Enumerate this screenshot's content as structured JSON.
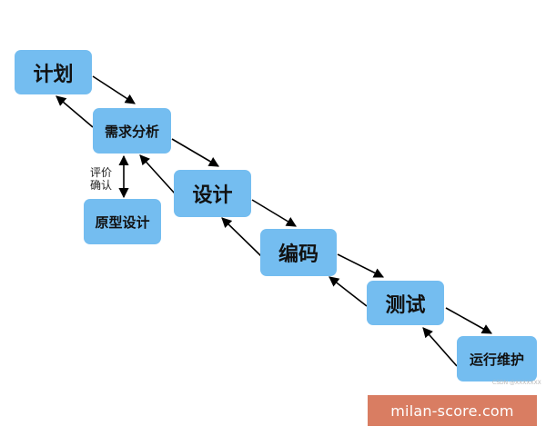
{
  "diagram": {
    "nodes": {
      "plan": "计划",
      "requirements": "需求分析",
      "prototype": "原型设计",
      "design": "设计",
      "coding": "编码",
      "testing": "测试",
      "operations": "运行维护"
    },
    "side_label": {
      "line1": "评价",
      "line2": "确认"
    },
    "colors": {
      "node_fill": "#74bdf0",
      "arrow": "#000000",
      "banner": "#d97d62"
    }
  },
  "watermark": {
    "banner_text": "milan-score.com",
    "tiny_text": "CSDN @XXXXXXX"
  }
}
